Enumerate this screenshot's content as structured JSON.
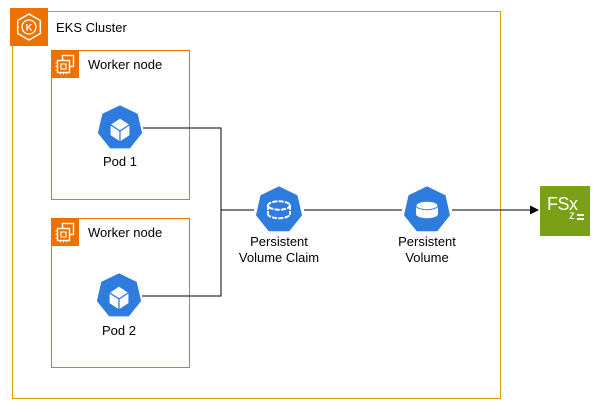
{
  "colors": {
    "aws_orange": "#ED7100",
    "group_border": "#D79B00",
    "k8s_blue": "#2F7CDF",
    "fsx_green": "#7AA116",
    "line": "#000000",
    "text": "#000000"
  },
  "cluster": {
    "label": "EKS Cluster",
    "icon_letter": "K"
  },
  "workers": [
    {
      "label": "Worker node",
      "pod_label": "Pod 1"
    },
    {
      "label": "Worker node",
      "pod_label": "Pod 2"
    }
  ],
  "pvc": {
    "line1": "Persistent",
    "line2": "Volume Claim"
  },
  "pv": {
    "line1": "Persistent",
    "line2": "Volume"
  },
  "fsx": {
    "label": "FSx",
    "sub": "z"
  }
}
